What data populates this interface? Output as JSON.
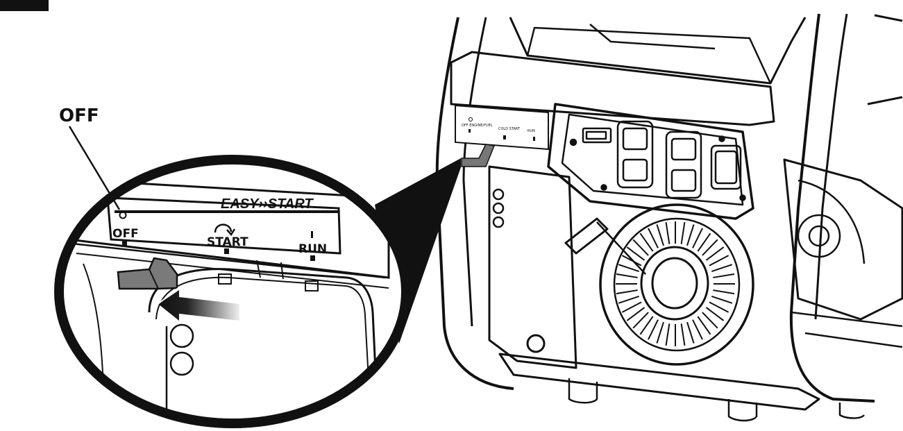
{
  "figure": {
    "callout_label": "OFF",
    "brand_text": "EASY",
    "brand_text_2": "START",
    "switch_positions": [
      "OFF",
      "START",
      "RUN"
    ],
    "colors": {
      "line": "#111111",
      "fill": "#ffffff",
      "arrow_dark": "#111111",
      "arrow_light": "#e6e6e6"
    }
  }
}
